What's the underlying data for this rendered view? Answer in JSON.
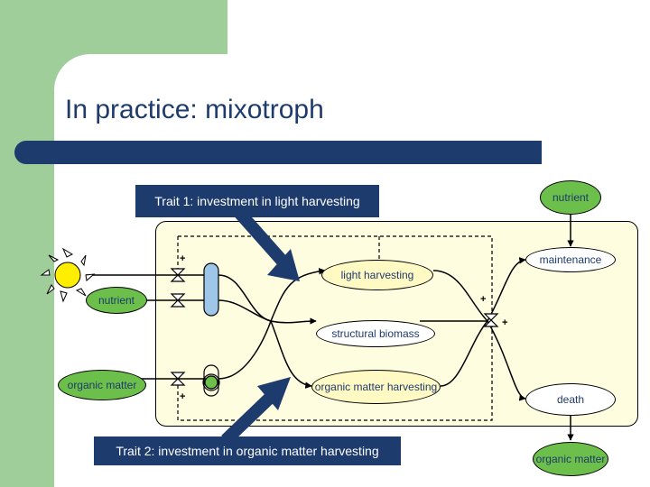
{
  "slide": {
    "title": "In practice: mixotroph"
  },
  "callouts": {
    "trait1": "Trait 1: investment in light harvesting",
    "trait2": "Trait 2: investment in organic matter harvesting"
  },
  "nodes": {
    "nutrient_top": "nutrient",
    "maintenance": "maintenance",
    "light_harvesting": "light harvesting",
    "nutrient_left": "nutrient",
    "structural_biomass": "structural biomass",
    "organic_matter_left": "organic matter",
    "organic_matter_harvesting": "organic matter harvesting",
    "death": "death",
    "organic_matter_bottom": "organic matter"
  },
  "signs": {
    "plus": "+"
  },
  "colors": {
    "navy": "#1e3b6e",
    "light_green": "#9fce9a",
    "reservoir_green": "#6bbf4a",
    "panel_yellow": "#fffde0",
    "sun_yellow": "#ffee00",
    "gland_blue": "#9ec6e8"
  },
  "icons": [
    "sun-icon",
    "valve-icon",
    "gland-icon",
    "sensor-icon",
    "arrow-icon"
  ]
}
